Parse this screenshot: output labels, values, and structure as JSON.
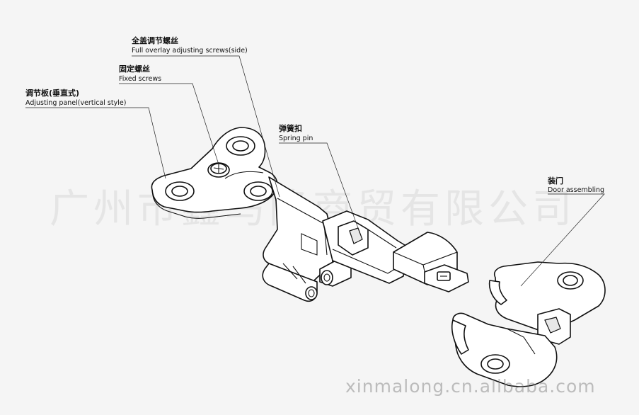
{
  "labels": {
    "full_overlay_screws": {
      "zh": "全盖调节螺丝",
      "en": "Full overlay adjusting screws(side)"
    },
    "fixed_screws": {
      "zh": "固定螺丝",
      "en": "Fixed screws"
    },
    "adjusting_panel": {
      "zh": "调节板(垂直式)",
      "en": "Adjusting panel(vertical style)"
    },
    "spring_pin": {
      "zh": "弹簧扣",
      "en": "Spring pin"
    },
    "door_assembling": {
      "zh": "装门",
      "en": "Door assembling"
    }
  },
  "watermarks": {
    "company": "广州市鑫马隆商贸有限公司",
    "url": "xinmalong.cn.alibaba.com"
  },
  "colors": {
    "background": "#f5f5f5",
    "line": "#111111",
    "watermark": "#969696"
  }
}
